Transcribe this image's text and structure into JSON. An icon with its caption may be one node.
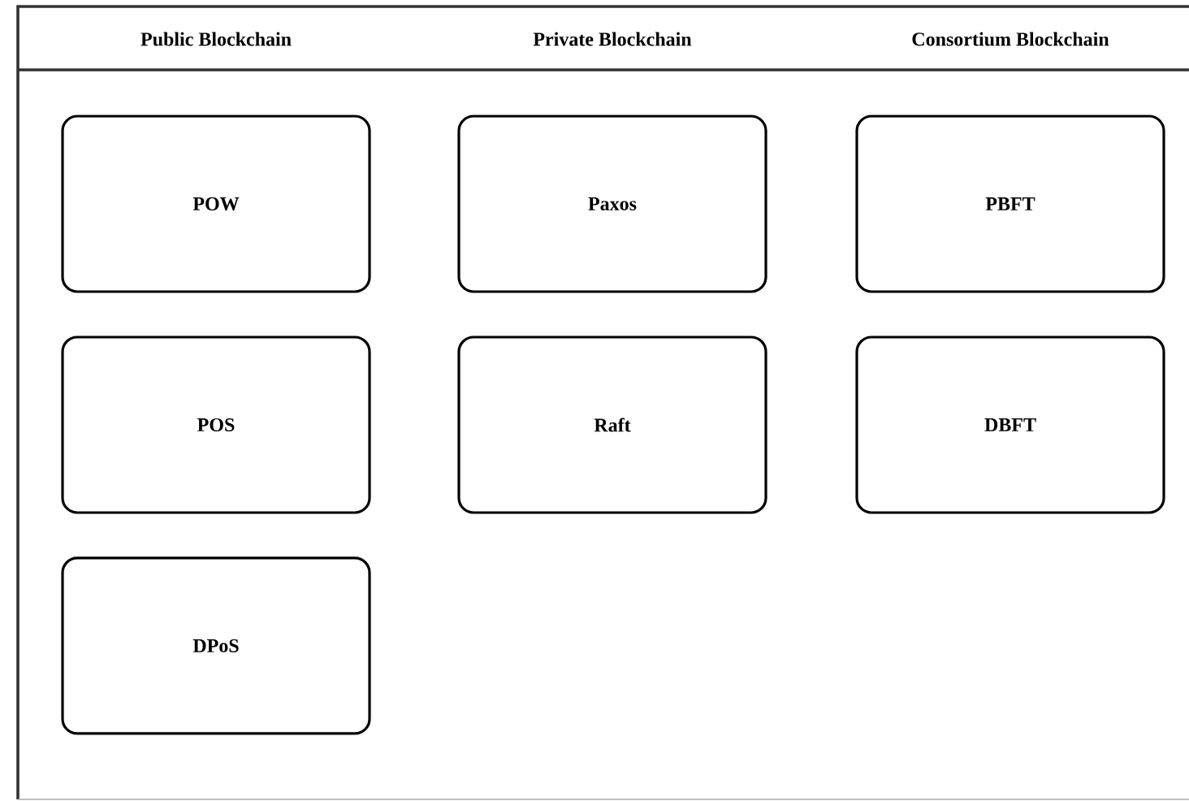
{
  "diagram": {
    "nodes": [
      {
        "text": [
          "POW"
        ]
      },
      {
        "text": [
          "Paxos"
        ]
      },
      {
        "text": [
          "PBFT"
        ]
      },
      {
        "text": [
          "POS"
        ]
      },
      {
        "text": [
          "Raft"
        ]
      },
      {
        "text": [
          "DBFT"
        ]
      },
      {
        "text": [
          "DPoS"
        ]
      }
    ],
    "labels": [
      "Public Blockchain",
      "Private Blockchain",
      "Consortium Blockchain"
    ]
  }
}
